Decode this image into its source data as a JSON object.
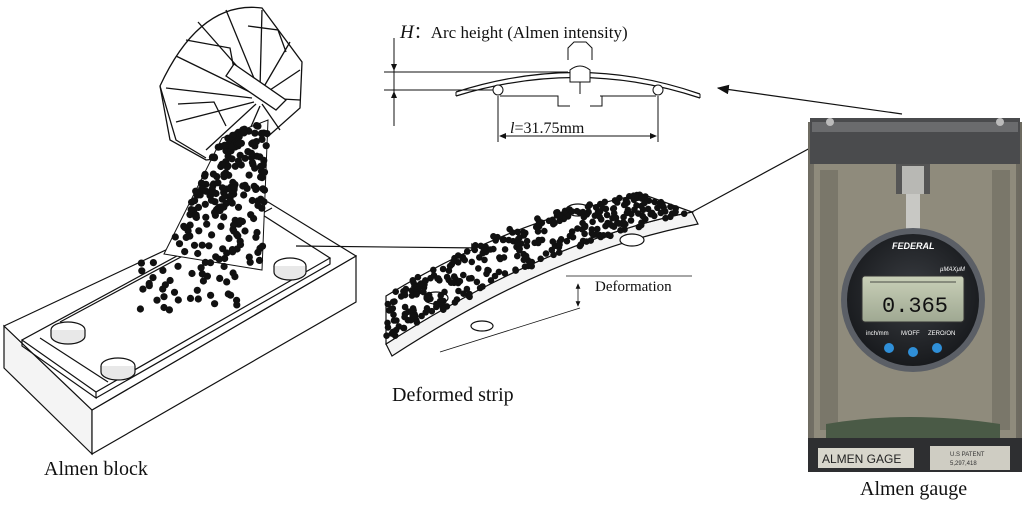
{
  "labels": {
    "almen_block": "Almen block",
    "deformed_strip": "Deformed strip",
    "almen_gauge": "Almen gauge",
    "deformation": "Deformation"
  },
  "arc_height": {
    "symbol": "H",
    "separator": "：",
    "text": "Arc height (Almen intensity)"
  },
  "span_length": {
    "symbol": "l",
    "value": "=31.75mm"
  },
  "gauge": {
    "brand": "FEDERAL",
    "model": "µMAXµM",
    "reading": "0.365",
    "buttons": [
      "inch/mm",
      "M/OFF",
      "ZERO/ON"
    ],
    "base_label": "ALMEN GAGE",
    "patent_line1": "U.S PATENT",
    "patent_line2": "5,297,418"
  }
}
